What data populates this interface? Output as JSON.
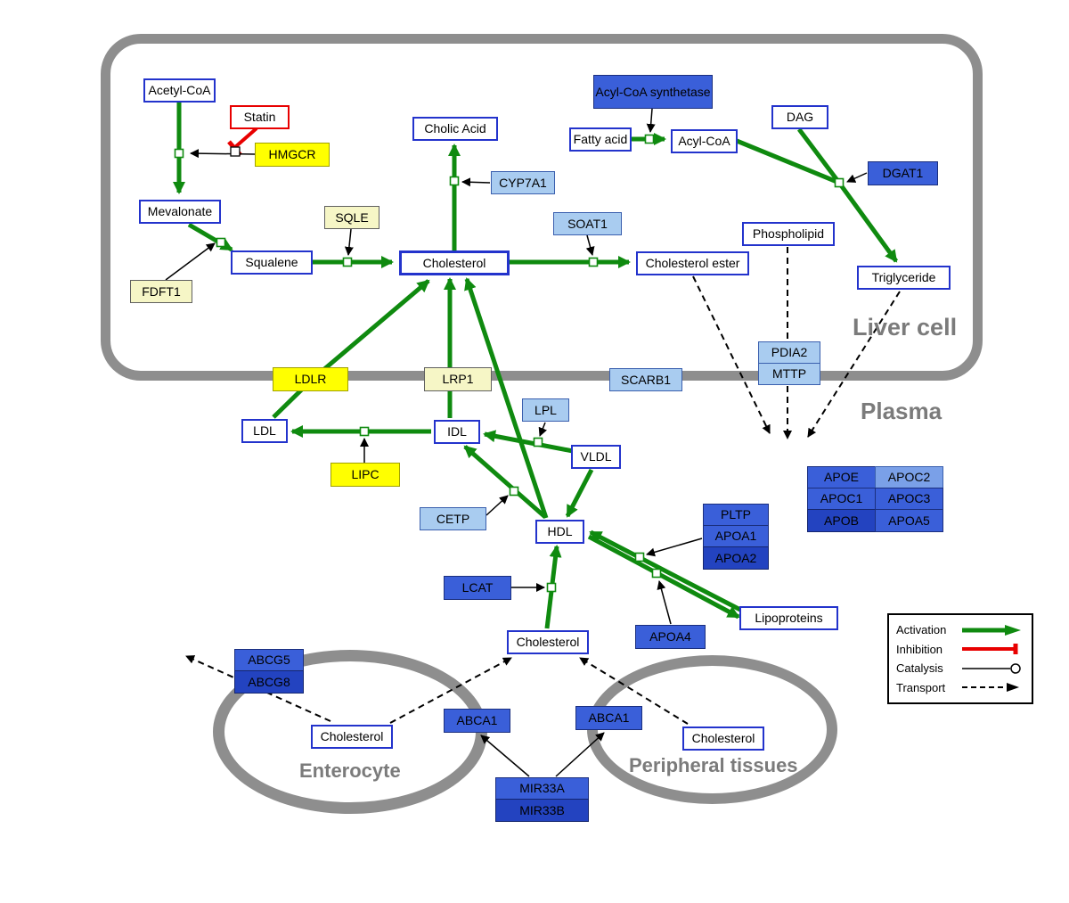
{
  "compartments": {
    "liver": "Liver cell",
    "plasma": "Plasma",
    "enterocyte": "Enterocyte",
    "peripheral": "Peripheral tissues"
  },
  "nodes": {
    "acetyl_coa": "Acetyl-CoA",
    "statin": "Statin",
    "hmgcr": "HMGCR",
    "mevalonate": "Mevalonate",
    "fdft1": "FDFT1",
    "squalene": "Squalene",
    "sqle": "SQLE",
    "cholic_acid": "Cholic Acid",
    "cyp7a1": "CYP7A1",
    "cholesterol_liver": "Cholesterol",
    "soat1": "SOAT1",
    "cholesterol_ester": "Cholesterol ester",
    "acyl_coa_synthetase": "Acyl-CoA synthetase",
    "fatty_acid": "Fatty acid",
    "acyl_coa": "Acyl-CoA",
    "dag": "DAG",
    "dgat1": "DGAT1",
    "phospholipid": "Phospholipid",
    "triglyceride": "Triglyceride",
    "pdia2": "PDIA2",
    "mttp": "MTTP",
    "ldlr": "LDLR",
    "lrp1": "LRP1",
    "scarb1": "SCARB1",
    "ldl": "LDL",
    "idl": "IDL",
    "lpl": "LPL",
    "vldl": "VLDL",
    "lipc": "LIPC",
    "cetp": "CETP",
    "hdl": "HDL",
    "lcat": "LCAT",
    "pltp": "PLTP",
    "apoa1": "APOA1",
    "apoa2": "APOA2",
    "apoa4": "APOA4",
    "apoe": "APOE",
    "apoc2": "APOC2",
    "apoc1": "APOC1",
    "apoc3": "APOC3",
    "apob": "APOB",
    "apoa5": "APOA5",
    "lipoproteins": "Lipoproteins",
    "cholesterol_plasma": "Cholesterol",
    "abcg5": "ABCG5",
    "abcg8": "ABCG8",
    "cholesterol_enterocyte": "Cholesterol",
    "abca1_enterocyte": "ABCA1",
    "abca1_peripheral": "ABCA1",
    "cholesterol_peripheral": "Cholesterol",
    "mir33a": "MIR33A",
    "mir33b": "MIR33B"
  },
  "legend": {
    "activation": "Activation",
    "inhibition": "Inhibition",
    "catalysis": "Catalysis",
    "transport": "Transport"
  },
  "colors": {
    "activation_green": "#0f8a0f",
    "inhibition_red": "#e80000",
    "metabolite_border_blue": "#2333cc",
    "gene_yellow": "#ffff00",
    "gene_pale_yellow": "#f6f6c6",
    "gene_light_blue": "#a9ccf0",
    "gene_blue": "#3a5fd9",
    "gene_dark_blue": "#2343c0",
    "membrane_gray": "#8e8e8e"
  }
}
